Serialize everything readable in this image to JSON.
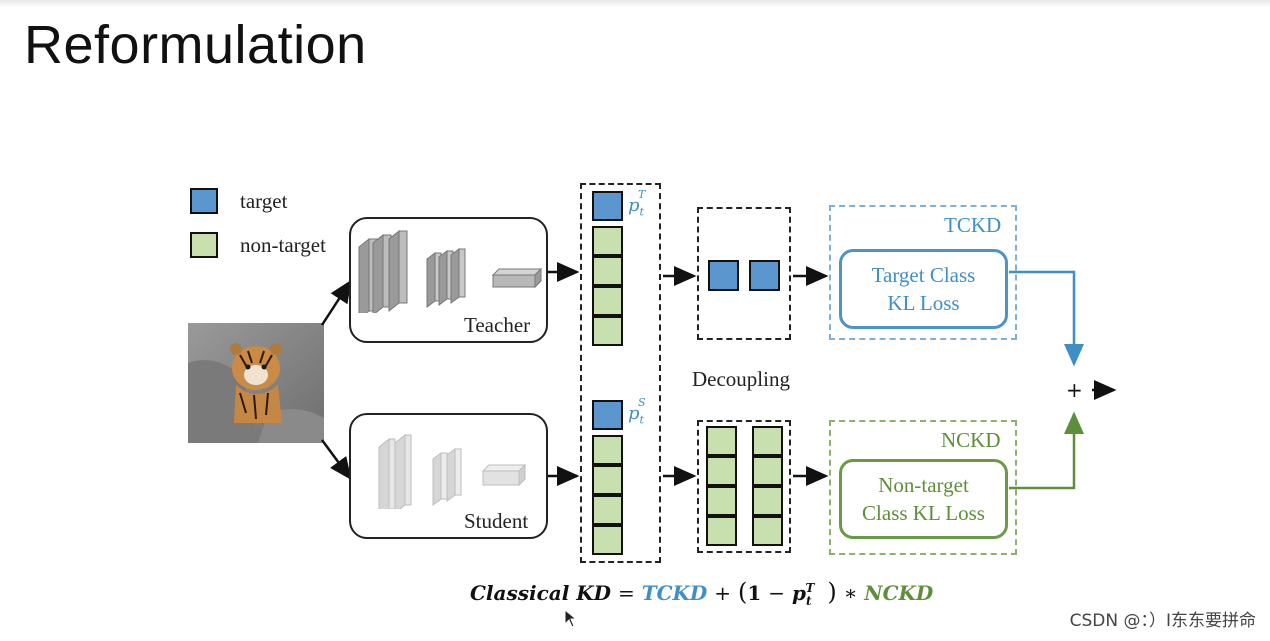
{
  "slide": {
    "title": "Reformulation"
  },
  "legend": [
    {
      "label": "target",
      "color": "#5b96cf"
    },
    {
      "label": "non-target",
      "color": "#c8dfae"
    }
  ],
  "networks": {
    "teacher_label": "Teacher",
    "student_label": "Student"
  },
  "prob_labels": {
    "teacher_base": "p",
    "teacher_sub": "t",
    "teacher_sup": "T",
    "student_base": "p",
    "student_sub": "t",
    "student_sup": "S"
  },
  "decoupling_label": "Decoupling",
  "tckd": {
    "tag": "TCKD",
    "line1": "Target Class",
    "line2": "KL Loss",
    "color": "#3f8fc6"
  },
  "nckd": {
    "tag": "NCKD",
    "line1": "Non-target",
    "line2": "Class KL Loss",
    "color": "#5d8f3a"
  },
  "sum_symbol": "+",
  "formula": {
    "lhs": "Classical KD",
    "eq": "=",
    "tckd": "TCKD",
    "plus": "+",
    "paren_open": "(",
    "one": "1",
    "minus": "−",
    "p": "p",
    "p_sub": "t",
    "p_sup": "T",
    "paren_close": ")",
    "times": "∗",
    "nckd": "NCKD"
  },
  "watermark": "CSDN @：）I东东要拼命"
}
